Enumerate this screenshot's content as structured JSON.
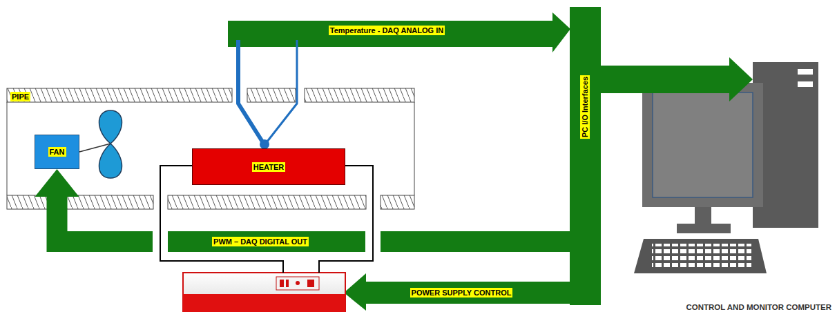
{
  "diagram": {
    "nodes": [
      {
        "text": [
          "PIPE"
        ]
      },
      {
        "text": [
          "FAN"
        ],
        "in": 0
      },
      {
        "text": [
          "HEATER"
        ],
        "in": 0
      },
      {
        "text": [
          "PC I/O Interfaces"
        ]
      },
      {
        "text": [
          "CONTROL AND MONITOR COMPUTER"
        ]
      }
    ],
    "edges": [
      {
        "from": 3,
        "to": 4,
        "arrow": "to"
      },
      {
        "from": 3,
        "to": 1,
        "label": "PWM – DAQ DIGITAL OUT",
        "arrow": "to"
      }
    ],
    "labels": [
      "Temperature - DAQ ANALOG IN",
      "POWER SUPPLY CONTROL"
    ]
  }
}
